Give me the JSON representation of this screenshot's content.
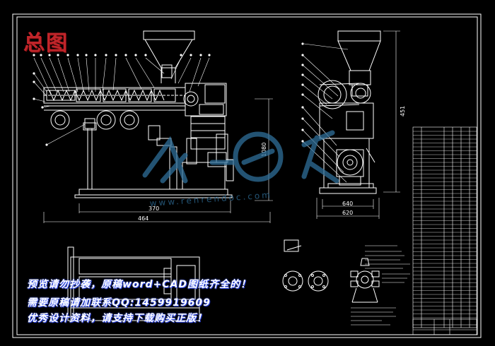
{
  "title_stamp": "总图",
  "dimensions": {
    "width_370": "370",
    "width_464": "464",
    "height_1080": "1080",
    "height_451": "451",
    "width_640": "640",
    "width_620": "620"
  },
  "watermark_url": "www.renrendoc.com",
  "promo": {
    "line1": "预览请勿抄袭，原稿word+CAD图纸齐全的！",
    "line2": "需要原稿请加联系QQ:1459919609",
    "line3": "优秀设计资料，请支持下载购买正版！"
  },
  "colors": {
    "background": "#000000",
    "line": "#ffffff",
    "accent_red": "#c0252a",
    "watermark": "#2f6f9a"
  }
}
